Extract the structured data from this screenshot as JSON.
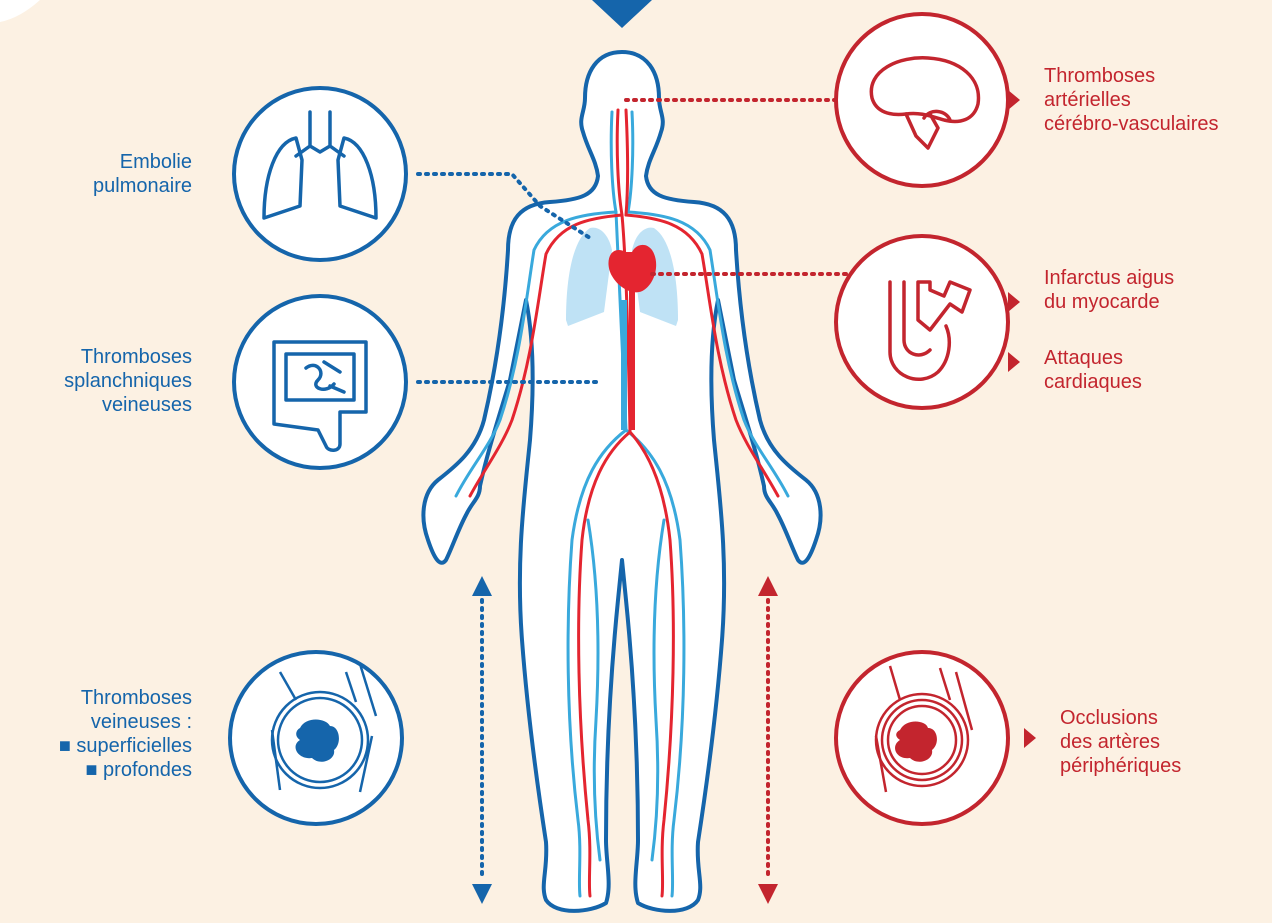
{
  "colors": {
    "background": "#fcf1e3",
    "venous_blue": "#1565ab",
    "arterial_red": "#c3252e",
    "vein_light": "#39a9dc",
    "artery_bright": "#e42530",
    "lung_fill": "#bfe2f5"
  },
  "icons": {
    "lungs": "lungs-icon",
    "intestines": "intestines-icon",
    "vein_clot": "vein-clot-icon",
    "brain": "brain-icon",
    "heart": "heart-icon",
    "artery_clot": "artery-clot-icon"
  },
  "labels": {
    "pulmonary": [
      "Embolie",
      "pulmonaire"
    ],
    "splanchnic": [
      "Thromboses",
      "splanchniques",
      "veineuses"
    ],
    "venous": [
      "Thromboses",
      "veineuses :",
      "■ superficielles",
      "■ profondes"
    ],
    "cerebro": [
      "Thromboses",
      "artérielles",
      "cérébro-vasculaires"
    ],
    "infarct": [
      "Infarctus aigus",
      "du myocarde"
    ],
    "attacks": [
      "Attaques",
      "cardiaques"
    ],
    "peripheral": [
      "Occlusions",
      "des artères",
      "périphériques"
    ]
  }
}
